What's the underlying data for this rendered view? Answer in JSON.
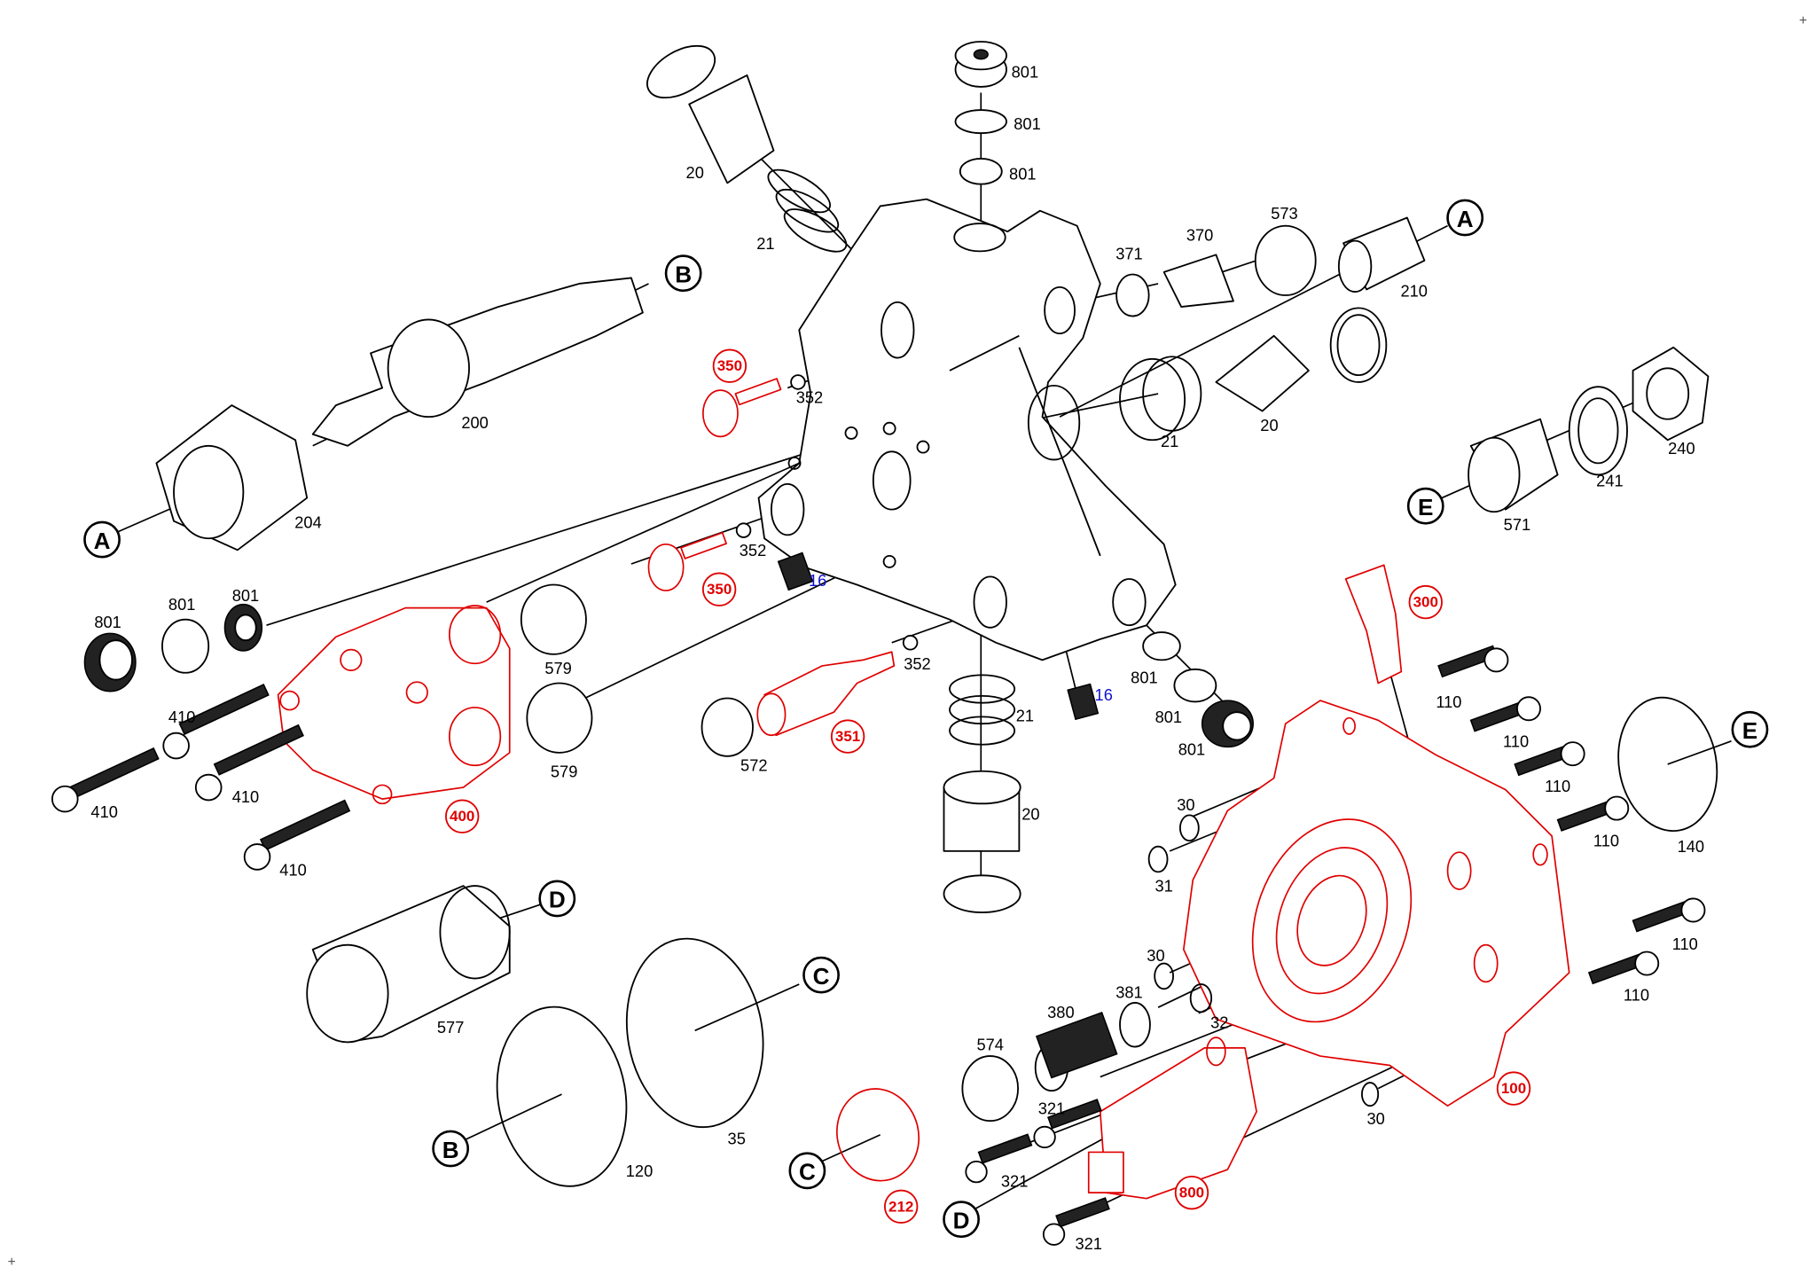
{
  "diagram_title": "",
  "colors": {
    "line": "#000000",
    "highlight": "#e00000",
    "alt_label": "#1010d0"
  },
  "part_labels": [
    "801",
    "801",
    "801",
    "20",
    "21",
    "371",
    "370",
    "573",
    "210",
    "200",
    "204",
    "352",
    "352",
    "352",
    "21",
    "20",
    "241",
    "240",
    "571",
    "801",
    "801",
    "801",
    "579",
    "579",
    "572",
    "21",
    "20",
    "801",
    "801",
    "801",
    "410",
    "410",
    "410",
    "410",
    "110",
    "110",
    "110",
    "110",
    "110",
    "110",
    "30",
    "31",
    "140",
    "30",
    "32",
    "381",
    "380",
    "577",
    "574",
    "120",
    "35",
    "321",
    "321",
    "321",
    "30"
  ],
  "blue_labels": [
    "16",
    "16"
  ],
  "highlighted_callouts": [
    "350",
    "350",
    "351",
    "400",
    "300",
    "100",
    "800",
    "212"
  ],
  "reference_letters": [
    "A",
    "B",
    "A",
    "E",
    "E",
    "D",
    "C",
    "B",
    "C",
    "D"
  ],
  "corner_marks": [
    "+",
    "+"
  ]
}
